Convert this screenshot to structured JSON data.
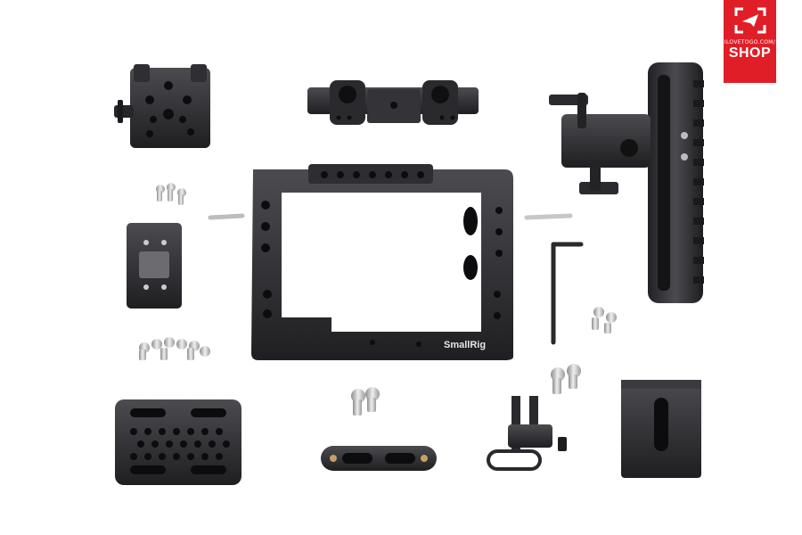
{
  "badge": {
    "site": "ILOVETOGO.COM/",
    "label": "SHOP",
    "color": "#e01e27",
    "icon": "paper-plane-frame-icon"
  },
  "cage": {
    "brand": "SmallRig"
  },
  "colors": {
    "metal": "#2b2b2e",
    "metal_light": "#4a4a4e",
    "silver": "#c9c9c9"
  }
}
